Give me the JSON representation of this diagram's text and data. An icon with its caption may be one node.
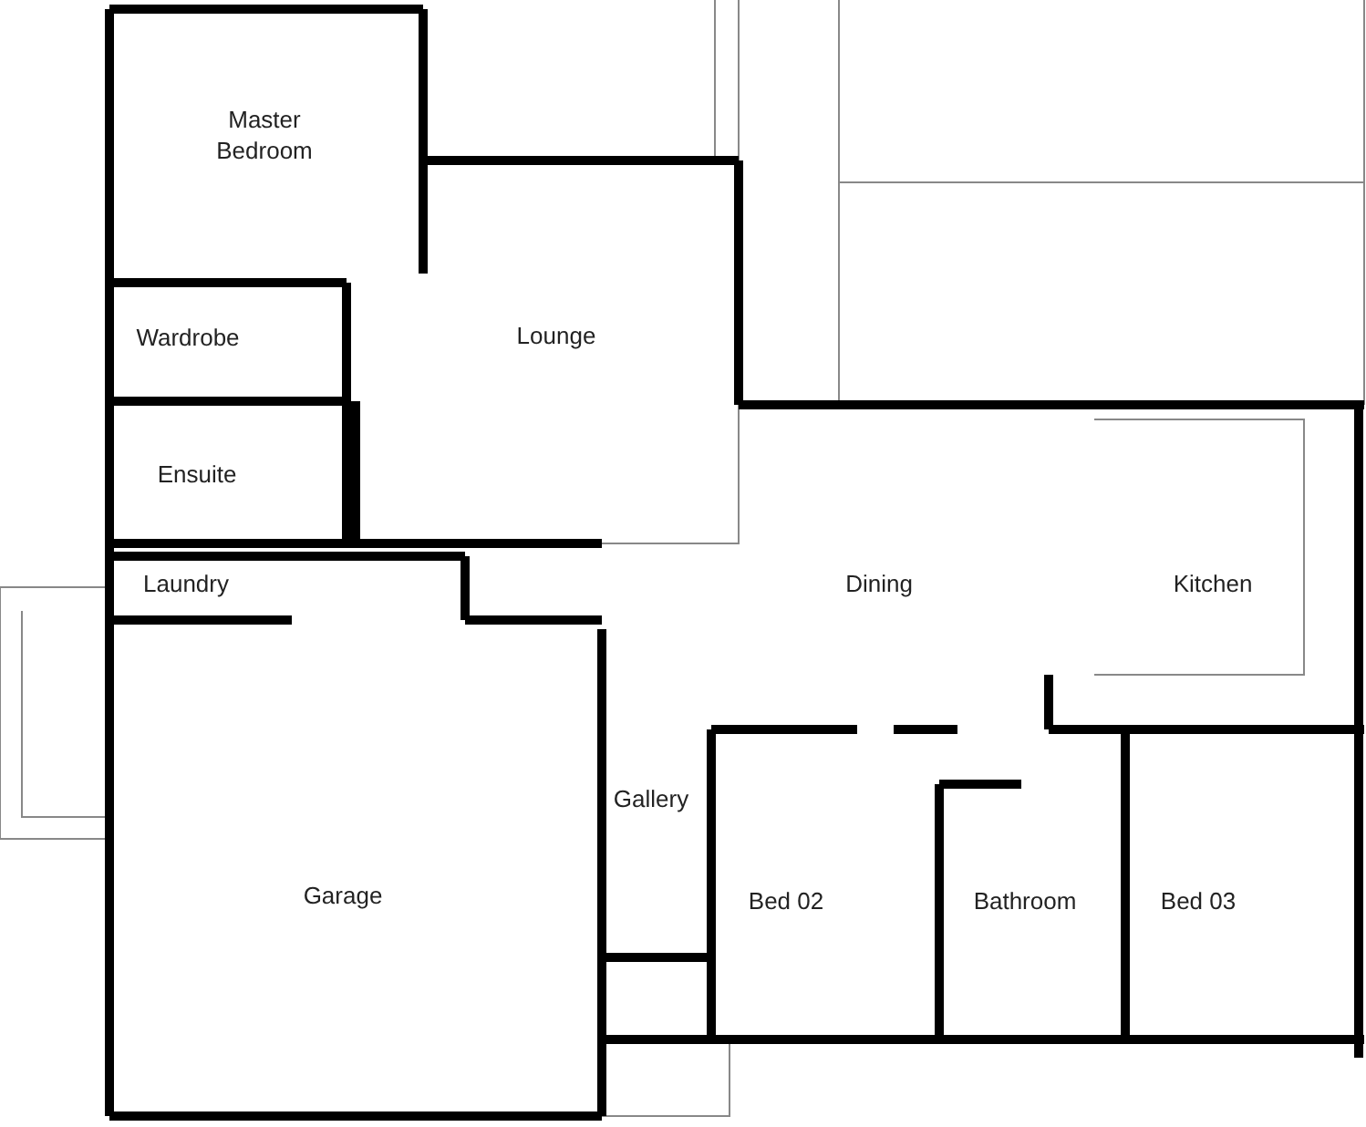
{
  "diagram": {
    "labels": [
      "Master Bedroom",
      "Wardrobe",
      "Lounge",
      "Ensuite",
      "Laundry",
      "Dining",
      "Kitchen",
      "Gallery",
      "Garage",
      "Bed 02",
      "Bathroom",
      "Bed 03"
    ]
  }
}
